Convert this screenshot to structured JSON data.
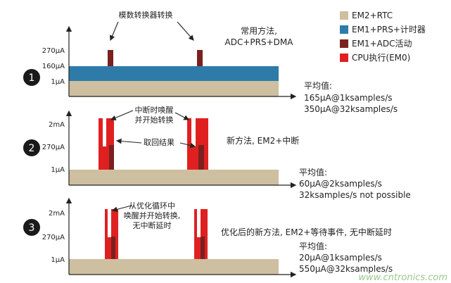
{
  "colors": {
    "em2_rtc": "#CDBFA0",
    "em1_prs_timer": "#2E7BAA",
    "em1_adc": "#7A2020",
    "cpu_em0": "#E02020",
    "watermark": "#4A9A30"
  },
  "legend": [
    {
      "label": "EM2+RTC",
      "color_key": "em2_rtc"
    },
    {
      "label": "EM1+PRS+计时器",
      "color_key": "em1_prs_timer"
    },
    {
      "label": "EM1+ADC活动",
      "color_key": "em1_adc"
    },
    {
      "label": "CPU执行(EM0)",
      "color_key": "cpu_em0"
    }
  ],
  "panel1": {
    "number": "1",
    "ticks": [
      "270µA",
      "160µA",
      "1µA"
    ],
    "top_annotation": "模数转换器转换",
    "method_lines": [
      "常用方法,",
      "ADC+PRS+DMA"
    ],
    "avg_title": "平均值:",
    "avg_lines": [
      "165µA@1ksamples/s",
      "350µA@32ksamples/s"
    ]
  },
  "panel2": {
    "number": "2",
    "ticks": [
      "2mA",
      "270µA",
      "1µA"
    ],
    "wake_annotation": [
      "中断时唤醒",
      "并开始转换"
    ],
    "fetch_annotation": "取回结果",
    "method": "新方法, EM2+中断",
    "avg_title": "平均值:",
    "avg_lines": [
      "60µA@2ksamples/s",
      "32ksamples/s not possible"
    ]
  },
  "panel3": {
    "number": "3",
    "ticks": [
      "2mA",
      "270µA",
      "1µA"
    ],
    "wake_annotation": [
      "从优化循环中",
      "唤醒并开始转换,",
      "无中断延时"
    ],
    "method": "优化后的新方法, EM2+等待事件, 无中断延时",
    "avg_title": "平均值:",
    "avg_lines": [
      "20µA@1ksamples/s",
      "550µA@32ksamples/s"
    ]
  },
  "watermark": "www.cntronics.com"
}
